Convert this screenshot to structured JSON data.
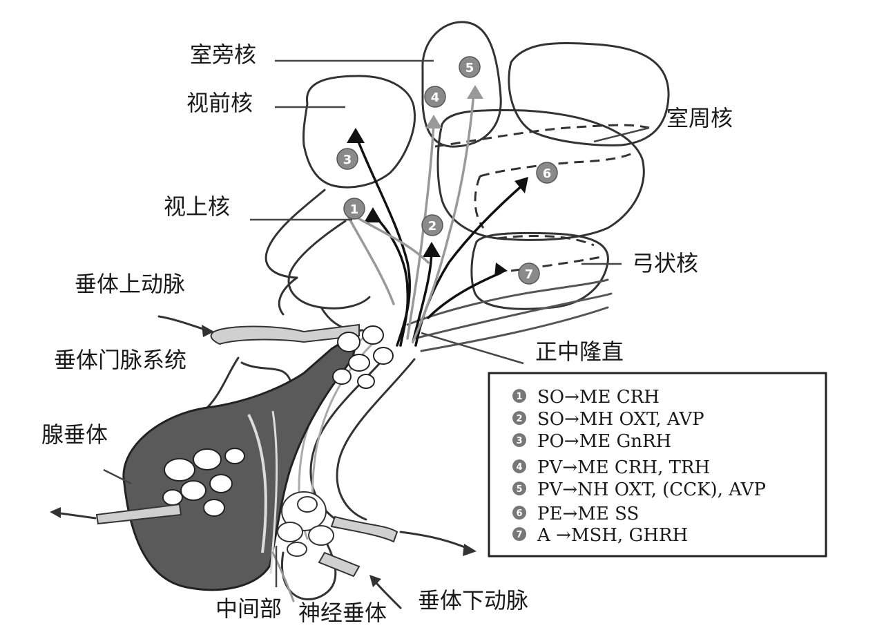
{
  "labels": {
    "paraventricular": "室旁核",
    "preoptic": "视前核",
    "periventricular": "室周核",
    "supraoptic": "视上核",
    "arcuate": "弓状核",
    "sup_hyp_artery": "垂体上动脉",
    "portal_system": "垂体门脉系统",
    "median_eminence": "正中隆直",
    "adenohypophysis": "腺垂体",
    "intermediate": "中间部",
    "neurohypophysis": "神经垂体",
    "inf_hyp_artery": "垂体下动脉"
  },
  "badges": [
    "1",
    "2",
    "3",
    "4",
    "5",
    "6",
    "7"
  ],
  "legend": [
    {
      "num": "1",
      "text": "SO→ME CRH"
    },
    {
      "num": "2",
      "text": "SO→MH OXT, AVP"
    },
    {
      "num": "3",
      "text": "PO→ME GnRH"
    },
    {
      "num": "4",
      "text": "PV→ME CRH, TRH"
    },
    {
      "num": "5",
      "text": "PV→NH OXT, (CCK), AVP"
    },
    {
      "num": "6",
      "text": "PE→ME SS"
    },
    {
      "num": "7",
      "text": "A →MSH, GHRH"
    }
  ]
}
